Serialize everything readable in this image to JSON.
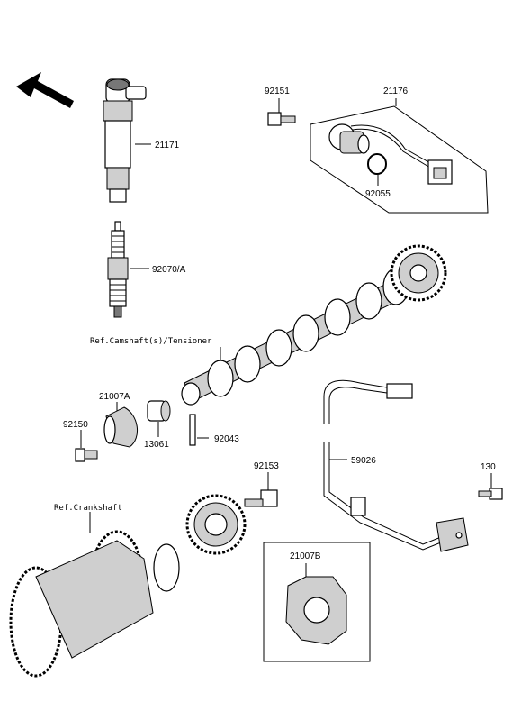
{
  "labels": {
    "p21171": "21171",
    "p92070a": "92070/A",
    "p92151": "92151",
    "p21176": "21176",
    "p92055": "92055",
    "refCam": "Ref.Camshaft(s)/Tensioner",
    "p21007a": "21007A",
    "p92150": "92150",
    "p13061": "13061",
    "p92043": "92043",
    "p92153": "92153",
    "p59026": "59026",
    "p130": "130",
    "refCrank": "Ref.Crankshaft",
    "p21007b": "21007B"
  }
}
